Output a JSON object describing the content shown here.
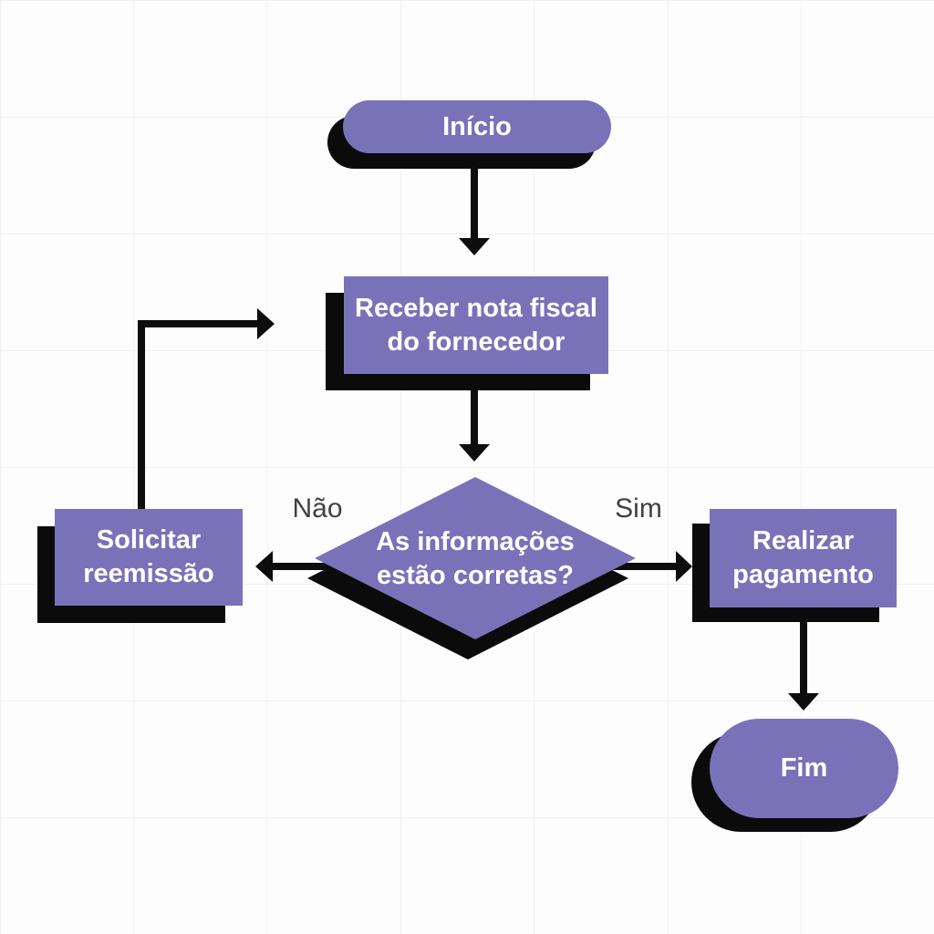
{
  "colors": {
    "page_bg": "#fdfdfe",
    "grid_line": "#f1f1f4",
    "shape_fill": "#7a72b8",
    "shape_shadow": "#0b0b0b",
    "arrow": "#0d0d0d",
    "node_text": "#ffffff",
    "branch_text": "#414141"
  },
  "flowchart": {
    "nodes": {
      "start": {
        "type": "terminator",
        "label": "Início"
      },
      "receive": {
        "type": "process",
        "label": "Receber nota fiscal do fornecedor",
        "line1": "Receber nota fiscal",
        "line2": "do fornecedor"
      },
      "decision": {
        "type": "decision",
        "label": "As informações estão corretas?",
        "line1": "As informações",
        "line2": "estão corretas?"
      },
      "reissue": {
        "type": "process",
        "label": "Solicitar reemissão",
        "line1": "Solicitar",
        "line2": "reemissão"
      },
      "pay": {
        "type": "process",
        "label": "Realizar pagamento",
        "line1": "Realizar",
        "line2": "pagamento"
      },
      "end": {
        "type": "terminator",
        "label": "Fim"
      }
    },
    "branches": {
      "no": "Não",
      "yes": "Sim"
    }
  }
}
